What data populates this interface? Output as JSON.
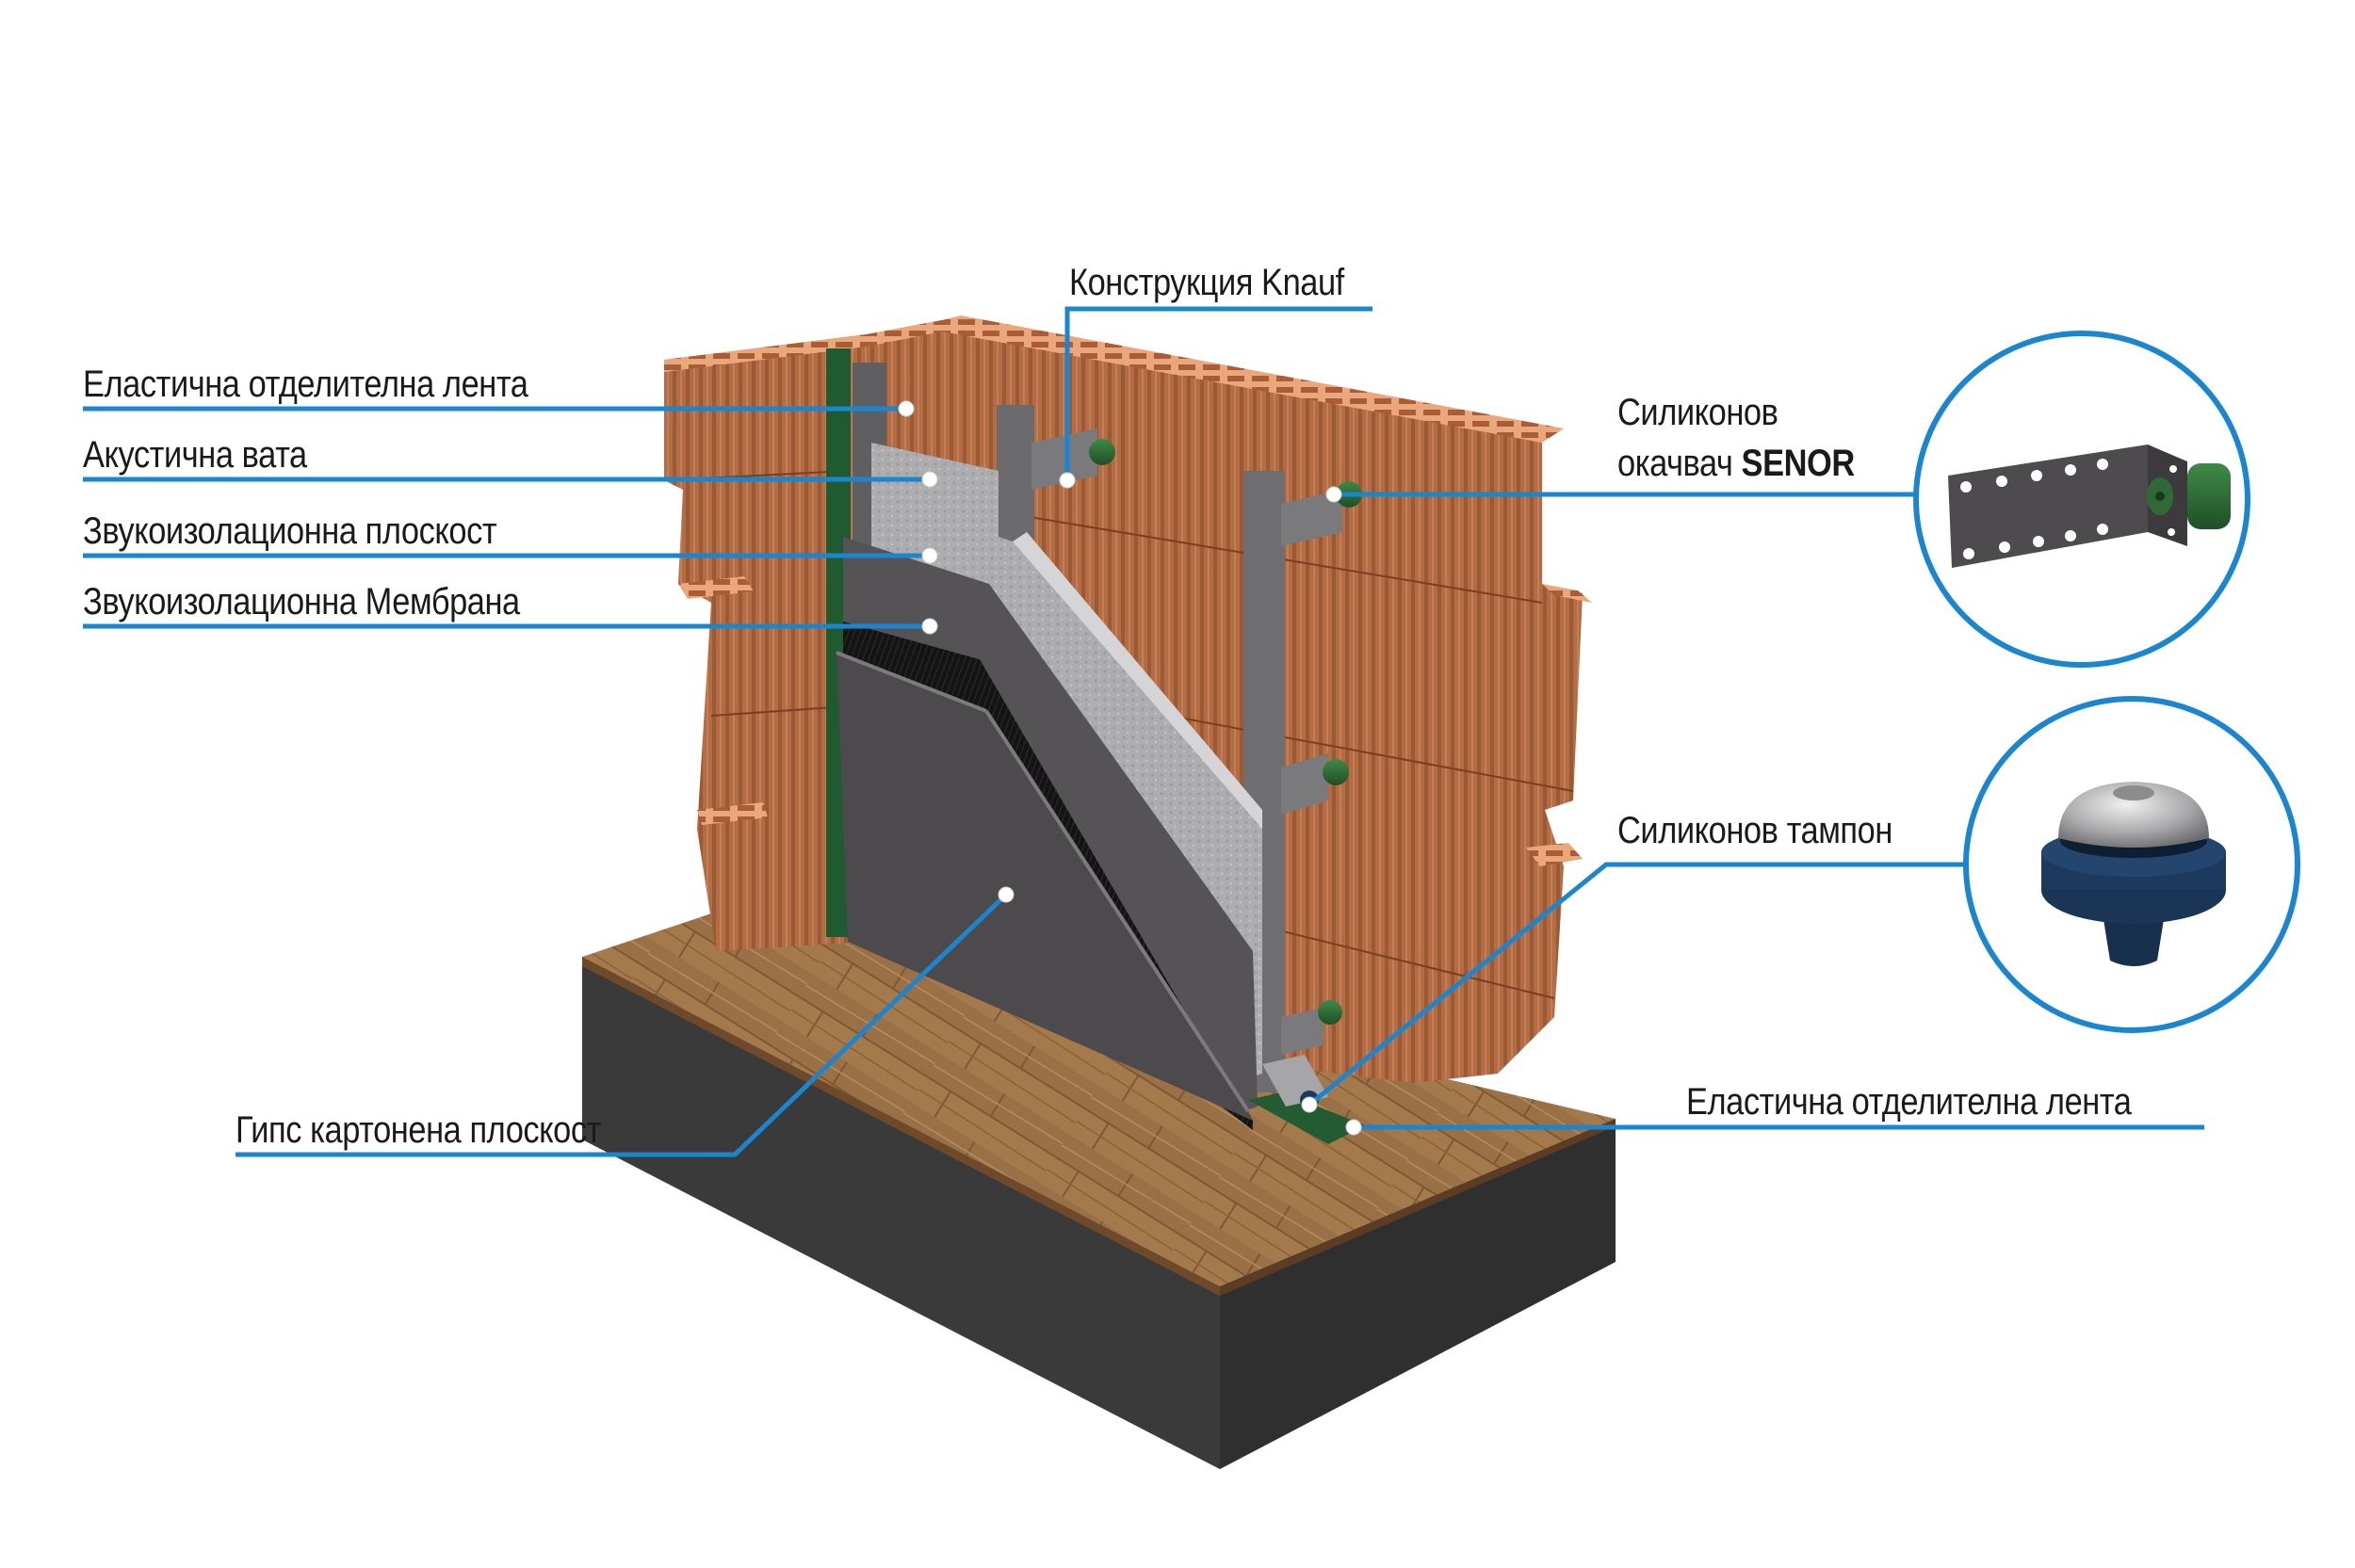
{
  "colors": {
    "accent_line": "#1a86d0",
    "brick": "#b06a42",
    "brick_light": "#d9926a",
    "brick_top": "#e6a57a",
    "gypsum": "#4c4a4c",
    "membrane": "#111111",
    "wool": "#a9a9ab",
    "profile": "#6b6b6e",
    "separation_strip": "#1f5a30",
    "wood": "#9c7348",
    "concrete": "#3b3b3c",
    "tampon_blue": "#1d3a5e",
    "tampon_metal": "#b9b9bb",
    "hanger_green": "#2f6a36"
  },
  "labels": {
    "elastic_strip_top": "Еластична отделителна лента",
    "acoustic_wool": "Акустична вата",
    "sound_board": "Звукоизолационна плоскост",
    "sound_membrane": "Звукоизолационна Мембрана",
    "knauf_construction": "Конструкция Knauf",
    "senor_hanger_line1": "Силиконов",
    "senor_hanger_line2": "окачвач",
    "senor_hanger_brand": "SENOR",
    "silicone_pad": "Силиконов тампон",
    "elastic_strip_bottom": "Еластична отделителна лента",
    "gypsum_board": "Гипс картонена плоскост"
  },
  "detail_views": [
    {
      "name": "senor-hanger",
      "icon": "wall-hanger-bracket-icon"
    },
    {
      "name": "silicone-pad",
      "icon": "silicone-pad-icon"
    }
  ]
}
